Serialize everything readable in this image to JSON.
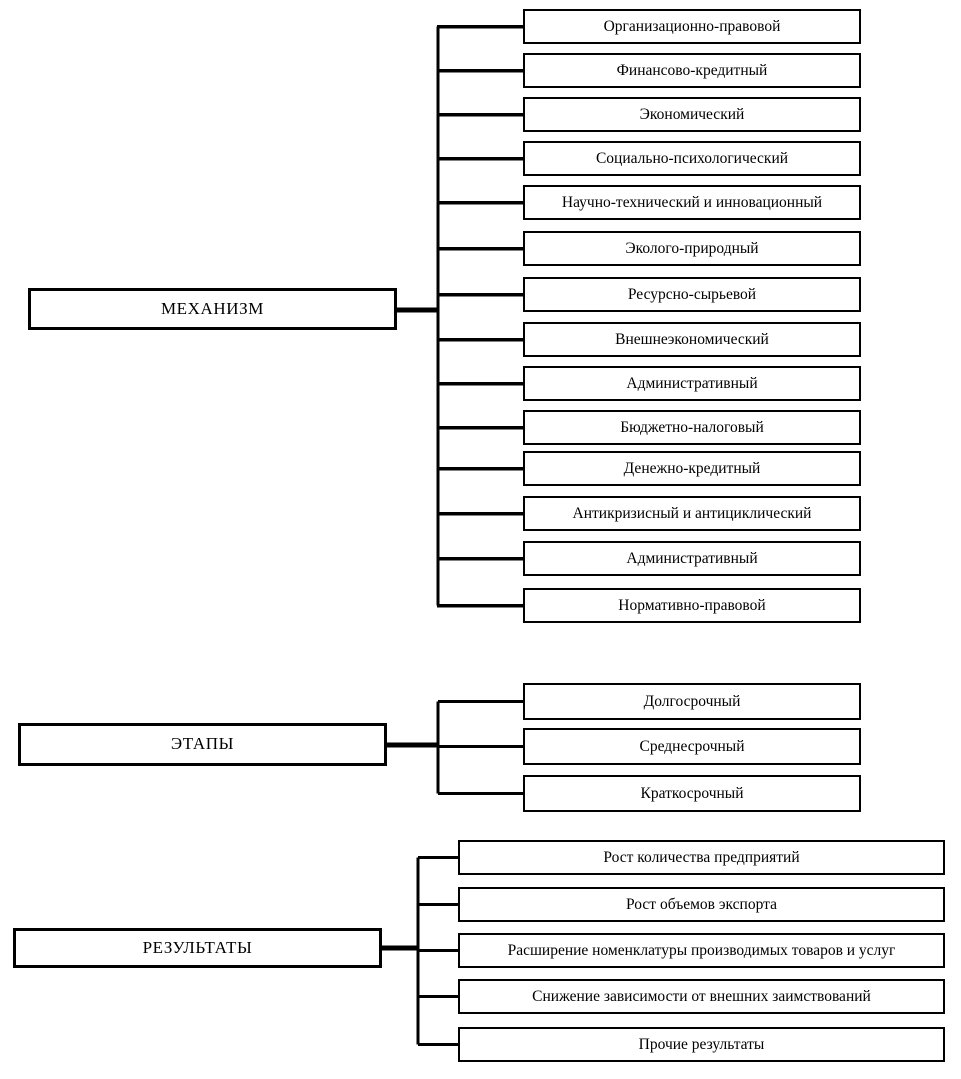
{
  "page": {
    "background": "#ffffff",
    "line_color": "#000000",
    "box_fill": "#ffffff",
    "text_color": "#000000"
  },
  "diagram": {
    "sections": [
      {
        "parent": "МЕХАНИЗМ",
        "items": [
          "Организационно-правовой",
          "Финансово-кредитный",
          "Экономический",
          "Социально-психологический",
          "Научно-технический и инновационный",
          "Эколого-природный",
          "Ресурсно-сырьевой",
          "Внешнеэкономический",
          "Административный",
          "Бюджетно-налоговый",
          "Денежно-кредитный",
          "Антикризисный и антициклический",
          "Административный",
          "Нормативно-правовой"
        ]
      },
      {
        "parent": "ЭТАПЫ",
        "items": [
          "Долгосрочный",
          "Среднесрочный",
          "Краткосрочный"
        ]
      },
      {
        "parent": "РЕЗУЛЬТАТЫ",
        "items": [
          "Рост количества предприятий",
          "Рост объемов экспорта",
          "Расширение номенклатуры производимых товаров и услуг",
          "Снижение зависимости от внешних заимствований",
          "Прочие результаты"
        ]
      }
    ]
  }
}
